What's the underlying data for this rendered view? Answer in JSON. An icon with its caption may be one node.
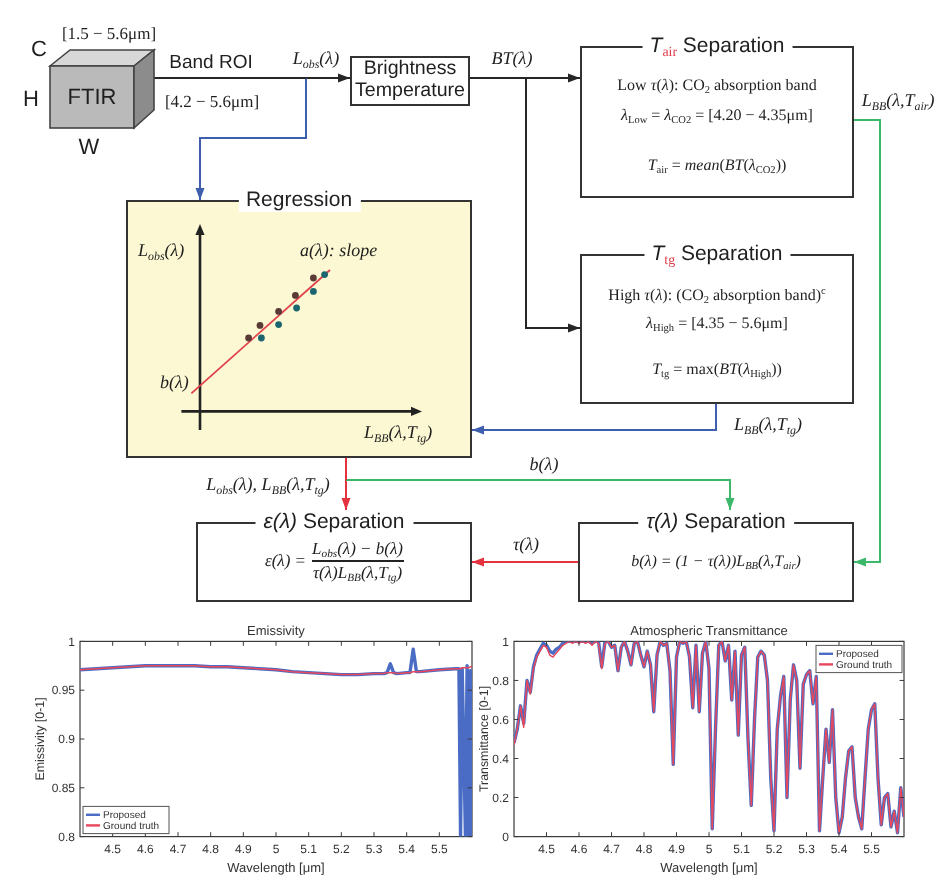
{
  "diagram": {
    "nodes": [
      {
        "text": [
          "FTIR"
        ],
        "beside": [
          "[1.5 − 5.6μm]",
          "C",
          "H",
          "W"
        ]
      },
      {
        "text": [
          "Brightness Temperature"
        ]
      },
      {
        "text": [
          "*T*$_{air}$ Separation",
          "Low *τ*(*λ*): CO$_{2}$ absorption band",
          "*λ*$_{Low}$ = *λ*$_{CO2}$ = [4.20 − 4.35μm]",
          "*T*$_{air}$ = *mean*(*BT*(*λ*$_{CO2}$))"
        ]
      },
      {
        "text": [
          "Regression",
          "L$_{obs}$(λ)",
          "a(λ): slope",
          "b(λ)",
          "L$_{BB}$(λ,T$_{tg}$)"
        ]
      },
      {
        "text": [
          "*T*$_{tg}$ Separation",
          "High *τ*(*λ*): (CO$_{2}$ absorption band)$^{c}$",
          "*λ*$_{High}$ = [4.35 − 5.6μm]",
          "*T*$_{tg}$ = max(*BT*(*λ*$_{High}$))"
        ]
      },
      {
        "text": [
          "*ε(λ)* Separation",
          "ε(λ) =",
          "L$_{obs}$(λ) − b(λ)",
          "τ(λ)L$_{BB}$(λ,T$_{tg}$)"
        ]
      },
      {
        "text": [
          "*τ(λ)* Separation",
          "b(λ) = (1 − τ(λ))L$_{BB}$(λ,T$_{air}$)"
        ]
      }
    ],
    "edges": [
      {
        "from": 0,
        "to": 1,
        "arrow": "to",
        "label": "Band ROI"
      },
      {
        "from": 1,
        "to": 2,
        "arrow": "to",
        "label": "BT(λ)"
      },
      {
        "from": 1,
        "to": 4,
        "arrow": "to"
      },
      {
        "from": 0,
        "to": 3,
        "arrow": "to",
        "color": "#3f5fae"
      },
      {
        "from": 4,
        "to": 3,
        "arrow": "to",
        "label": "L$_{BB}$(λ,T$_{tg}$)",
        "color": "#3f5fae"
      },
      {
        "from": 2,
        "to": 6,
        "arrow": "to",
        "label": "L$_{BB}$(λ,T$_{air}$)",
        "color": "#3cb86a"
      },
      {
        "from": 3,
        "to": 5,
        "arrow": "to",
        "label": "L$_{obs}$(λ), L$_{BB}$(λ,T$_{tg}$)",
        "color": "#e5323f"
      },
      {
        "from": 3,
        "to": 6,
        "arrow": "to",
        "label": "b(λ)",
        "color": "#3cb86a"
      },
      {
        "from": 6,
        "to": 5,
        "arrow": "to",
        "label": "τ(λ)",
        "color": "#e5323f"
      }
    ],
    "labels": [
      "L$_{obs}$(λ)",
      "[4.2 − 5.6μm]"
    ],
    "chart_data": [
      {
        "type": "line",
        "title": "Emissivity",
        "xlabel": "Wavelength [μm]",
        "ylabel": "Emissivity [0-1]",
        "legend": "lower left",
        "x": [
          4.4,
          4.45,
          4.5,
          4.55,
          4.6,
          4.65,
          4.7,
          4.75,
          4.8,
          4.85,
          4.9,
          4.95,
          5,
          5.05,
          5.1,
          5.15,
          5.2,
          5.25,
          5.3,
          5.33,
          5.34,
          5.35,
          5.36,
          5.37,
          5.4,
          5.41,
          5.42,
          5.43,
          5.44,
          5.5,
          5.55,
          5.56,
          5.565,
          5.57,
          5.58,
          5.585,
          5.59,
          5.595,
          5.6
        ],
        "series": [
          {
            "name": "Proposed",
            "color": "#4a6cc4",
            "values": [
              0.971,
              0.972,
              0.973,
              0.974,
              0.975,
              0.975,
              0.975,
              0.975,
              0.974,
              0.974,
              0.973,
              0.972,
              0.971,
              0.969,
              0.968,
              0.967,
              0.966,
              0.966,
              0.967,
              0.967,
              0.968,
              0.977,
              0.968,
              0.967,
              0.968,
              0.968,
              0.992,
              0.969,
              0.969,
              0.971,
              0.972,
              0.972,
              0.8,
              0.972,
              0.8,
              0.975,
              0.8,
              0.97,
              0.8
            ]
          },
          {
            "name": "Ground truth",
            "color": "#e8485c",
            "values": [
              0.971,
              0.972,
              0.973,
              0.974,
              0.975,
              0.975,
              0.975,
              0.975,
              0.974,
              0.974,
              0.973,
              0.972,
              0.971,
              0.969,
              0.968,
              0.967,
              0.966,
              0.966,
              0.967,
              0.967,
              0.968,
              0.968,
              0.968,
              0.967,
              0.968,
              0.968,
              0.969,
              0.969,
              0.969,
              0.971,
              0.972,
              0.972,
              0.972,
              0.973,
              0.973,
              0.973,
              0.973,
              0.974,
              0.974
            ]
          }
        ],
        "xlim": [
          4.4,
          5.6
        ],
        "ylim": [
          0.8,
          1
        ],
        "xticks": [
          4.5,
          4.6,
          4.7,
          4.8,
          4.9,
          5,
          5.1,
          5.2,
          5.3,
          5.4,
          5.5
        ],
        "yticks": [
          0.8,
          0.85,
          0.9,
          0.95,
          1
        ]
      },
      {
        "type": "line",
        "title": "Atmospheric Transmittance",
        "xlabel": "Wavelength [μm]",
        "ylabel": "Transmittance [0-1]",
        "legend": "upper right",
        "x": [
          4.4,
          4.41,
          4.42,
          4.43,
          4.44,
          4.45,
          4.46,
          4.47,
          4.48,
          4.49,
          4.5,
          4.51,
          4.52,
          4.53,
          4.54,
          4.55,
          4.56,
          4.57,
          4.58,
          4.59,
          4.6,
          4.61,
          4.62,
          4.63,
          4.64,
          4.65,
          4.66,
          4.67,
          4.68,
          4.69,
          4.7,
          4.71,
          4.72,
          4.73,
          4.74,
          4.75,
          4.76,
          4.77,
          4.78,
          4.79,
          4.8,
          4.81,
          4.82,
          4.83,
          4.84,
          4.85,
          4.86,
          4.87,
          4.88,
          4.89,
          4.9,
          4.91,
          4.92,
          4.93,
          4.94,
          4.95,
          4.96,
          4.97,
          4.98,
          4.99,
          5,
          5.01,
          5.02,
          5.03,
          5.04,
          5.05,
          5.06,
          5.07,
          5.08,
          5.09,
          5.1,
          5.11,
          5.12,
          5.13,
          5.14,
          5.15,
          5.16,
          5.17,
          5.18,
          5.19,
          5.2,
          5.21,
          5.22,
          5.23,
          5.24,
          5.25,
          5.26,
          5.27,
          5.28,
          5.29,
          5.3,
          5.31,
          5.32,
          5.33,
          5.34,
          5.35,
          5.36,
          5.37,
          5.38,
          5.39,
          5.4,
          5.41,
          5.42,
          5.43,
          5.44,
          5.45,
          5.46,
          5.47,
          5.48,
          5.49,
          5.5,
          5.51,
          5.52,
          5.53,
          5.54,
          5.55,
          5.56,
          5.57,
          5.58,
          5.59,
          5.6
        ],
        "series": [
          {
            "name": "Proposed",
            "color": "#4a6cc4",
            "values": [
              0.48,
              0.55,
              0.67,
              0.58,
              0.8,
              0.74,
              0.87,
              0.93,
              0.96,
              0.99,
              0.98,
              0.95,
              0.94,
              0.96,
              0.97,
              0.99,
              1,
              1,
              1,
              1,
              1,
              1,
              1,
              1,
              0.99,
              1,
              1,
              0.87,
              1,
              1,
              0.97,
              0.98,
              0.85,
              0.97,
              1,
              0.95,
              0.88,
              0.99,
              1,
              0.93,
              0.87,
              0.95,
              0.88,
              0.64,
              0.93,
              1,
              0.98,
              0.99,
              0.85,
              0.37,
              0.92,
              1,
              0.99,
              1,
              0.92,
              0.66,
              0.98,
              0.64,
              0.94,
              1,
              0.86,
              0.04,
              0.55,
              0.98,
              1,
              0.9,
              0.98,
              0.7,
              0.95,
              0.52,
              0.93,
              0.97,
              0.5,
              0.16,
              0.6,
              0.92,
              0.95,
              0.93,
              0.8,
              0.3,
              0.03,
              0.55,
              0.72,
              0.82,
              0.2,
              0.7,
              0.88,
              0.8,
              0.35,
              0.78,
              0.83,
              0.85,
              0.68,
              0.82,
              0.03,
              0.3,
              0.55,
              0.38,
              0.65,
              0.2,
              0.02,
              0.1,
              0.3,
              0.44,
              0.46,
              0.2,
              0.1,
              0.04,
              0.3,
              0.55,
              0.65,
              0.68,
              0.3,
              0.06,
              0.2,
              0.22,
              0.05,
              0.13,
              0.02,
              0.25,
              0.1
            ]
          },
          {
            "name": "Ground truth",
            "color": "#e8485c",
            "values": [
              0.47,
              0.55,
              0.67,
              0.56,
              0.8,
              0.73,
              0.86,
              0.92,
              0.95,
              0.98,
              0.97,
              0.93,
              0.92,
              0.94,
              0.96,
              0.98,
              0.99,
              1,
              0.99,
              1,
              0.99,
              1,
              0.99,
              1,
              0.98,
              1,
              0.99,
              0.86,
              0.99,
              1,
              0.97,
              0.98,
              0.85,
              0.97,
              1,
              0.95,
              0.88,
              0.99,
              1,
              0.93,
              0.87,
              0.95,
              0.88,
              0.64,
              0.93,
              1,
              0.98,
              0.99,
              0.85,
              0.37,
              0.92,
              1,
              0.99,
              1,
              0.92,
              0.66,
              0.98,
              0.64,
              0.94,
              1,
              0.86,
              0.04,
              0.55,
              0.98,
              1,
              0.9,
              0.98,
              0.7,
              0.95,
              0.52,
              0.93,
              0.97,
              0.5,
              0.16,
              0.6,
              0.92,
              0.95,
              0.93,
              0.8,
              0.3,
              0.03,
              0.55,
              0.72,
              0.82,
              0.2,
              0.7,
              0.88,
              0.8,
              0.35,
              0.78,
              0.83,
              0.85,
              0.68,
              0.82,
              0.03,
              0.3,
              0.55,
              0.38,
              0.65,
              0.2,
              0.02,
              0.1,
              0.3,
              0.44,
              0.46,
              0.2,
              0.1,
              0.04,
              0.3,
              0.55,
              0.65,
              0.68,
              0.3,
              0.06,
              0.2,
              0.22,
              0.05,
              0.13,
              0.02,
              0.25,
              0.1
            ]
          }
        ],
        "xlim": [
          4.4,
          5.6
        ],
        "ylim": [
          0,
          1
        ],
        "xticks": [
          4.5,
          4.6,
          4.7,
          4.8,
          4.9,
          5,
          5.1,
          5.2,
          5.3,
          5.4,
          5.5
        ],
        "yticks": [
          0,
          0.2,
          0.4,
          0.6,
          0.8,
          1
        ]
      }
    ]
  }
}
